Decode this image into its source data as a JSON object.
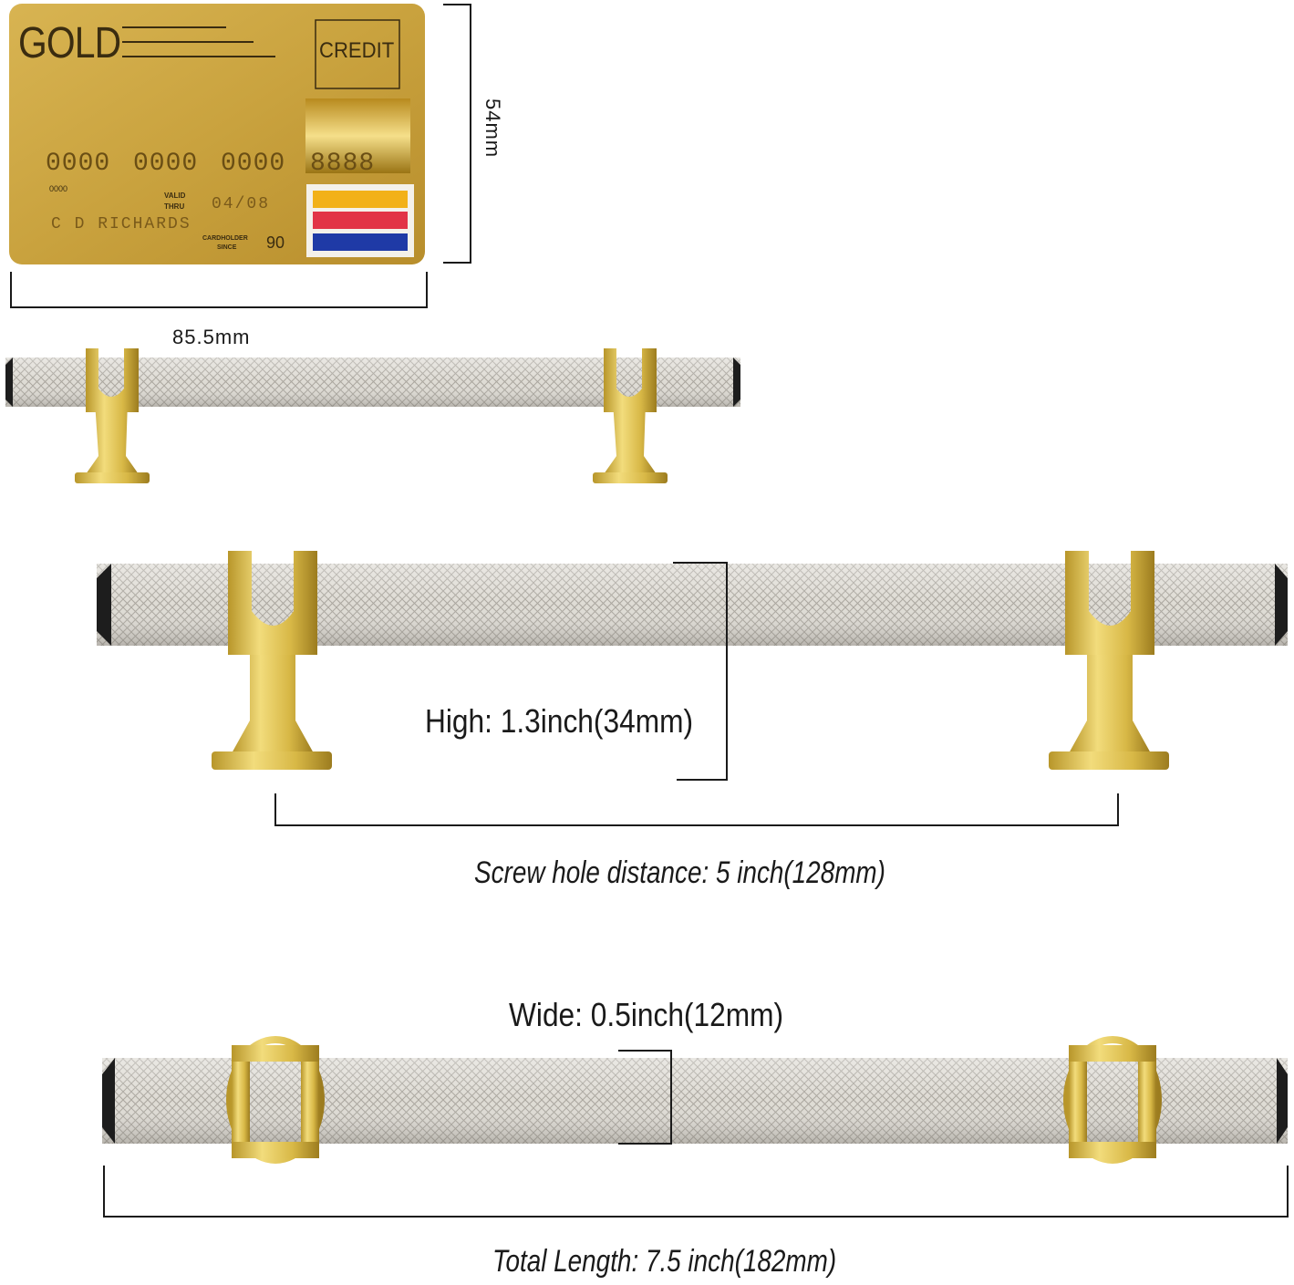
{
  "card": {
    "brand": "GOLD",
    "type": "CREDIT",
    "number_groups": [
      "0000",
      "0000",
      "0000",
      "8888"
    ],
    "small_number": "0000",
    "valid_label_1": "VALID",
    "valid_label_2": "THRU",
    "expiry": "04/08",
    "holder_name": "C D RICHARDS",
    "since_label_1": "CARDHOLDER",
    "since_label_2": "SINCE",
    "since_value": "90",
    "stripe_colors": [
      "#f2b118",
      "#e23446",
      "#1f3aa6"
    ]
  },
  "dimensions": {
    "card_height": "54mm",
    "card_width": "85.5mm",
    "handle_high": "High: 1.3inch(34mm)",
    "screw_hole_distance": "Screw hole distance: 5 inch(128mm)",
    "handle_wide": "Wide: 0.5inch(12mm)",
    "total_length": "Total Length: 7.5 inch(182mm)"
  },
  "colors": {
    "gold": "#d8b846",
    "silver": "#d9d6cf",
    "card_gold": "#c9a23e"
  }
}
